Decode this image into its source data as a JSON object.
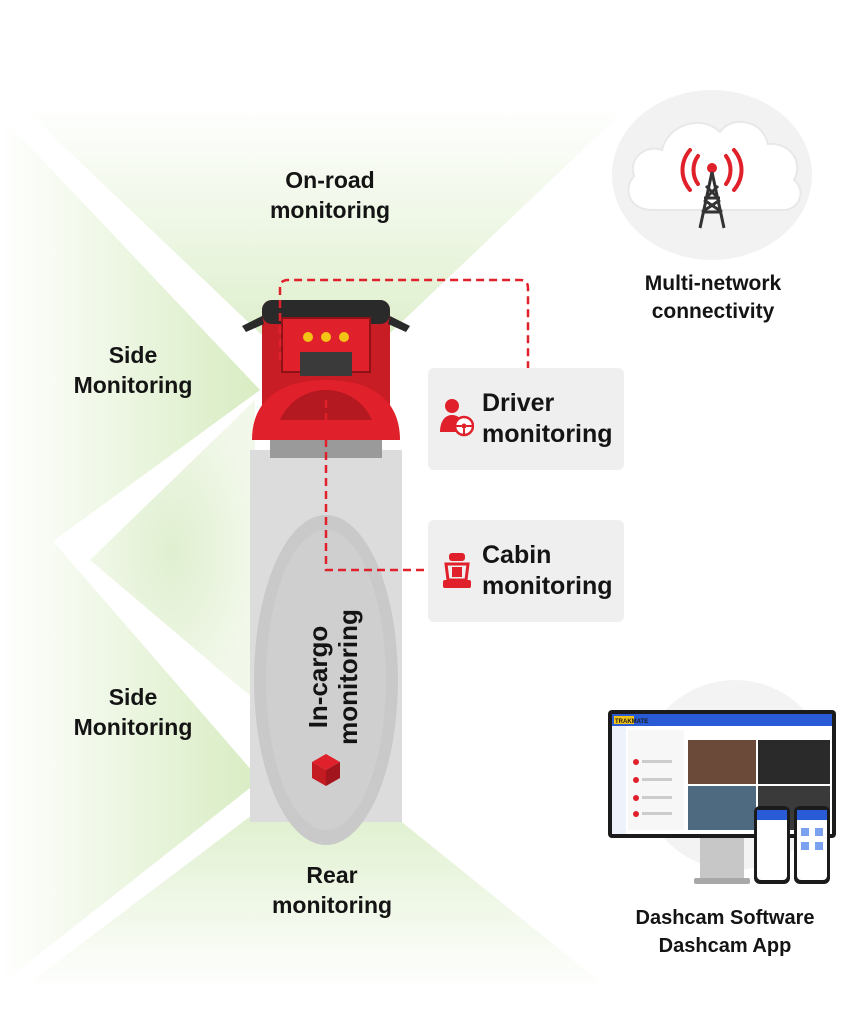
{
  "zones": {
    "on_road": [
      "On-road",
      "monitoring"
    ],
    "side_top": [
      "Side",
      "Monitoring"
    ],
    "side_bottom": [
      "Side",
      "Monitoring"
    ],
    "rear": [
      "Rear",
      "monitoring"
    ],
    "in_cargo": [
      "In-cargo",
      "monitoring"
    ]
  },
  "cards": {
    "driver": {
      "lines": [
        "Driver",
        "monitoring"
      ],
      "icon": "driver-steering-icon"
    },
    "cabin": {
      "lines": [
        "Cabin",
        "monitoring"
      ],
      "icon": "seat-icon"
    }
  },
  "connectivity": {
    "lines": [
      "Multi-network",
      "connectivity"
    ],
    "icon": "cloud-antenna-icon"
  },
  "dashcam": {
    "lines": [
      "Dashcam Software",
      "Dashcam App"
    ],
    "brand_logo": "TRAKMATE"
  },
  "colors": {
    "accent_red": "#e0202a",
    "zone_green": "#d9ecc4",
    "text": "#141414",
    "card_bg": "#efefef",
    "trailer": "#dcdcdc"
  }
}
